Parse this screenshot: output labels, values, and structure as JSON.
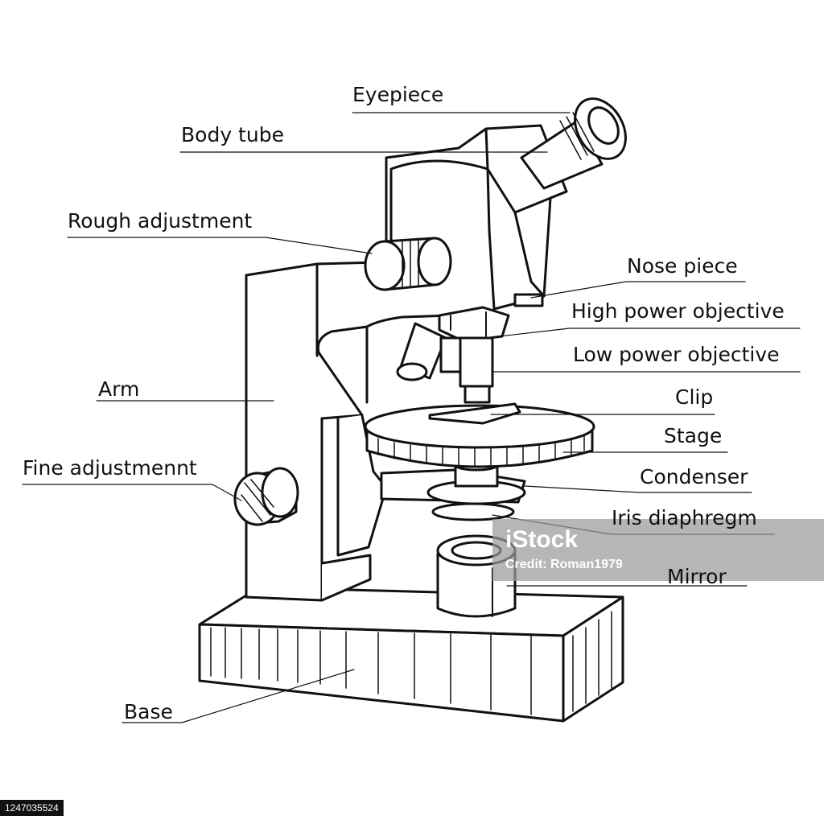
{
  "labels": {
    "eyepiece": "Eyepiece",
    "body_tube": "Body tube",
    "rough_adjustment": "Rough adjustment",
    "arm": "Arm",
    "fine_adjustment": "Fine adjustmennt",
    "base": "Base",
    "nose_piece": "Nose piece",
    "high_power_objective": "High power objective",
    "low_power_objective": "Low power objective",
    "clip": "Clip",
    "stage": "Stage",
    "condenser": "Condenser",
    "iris_diaphragm": "Iris diaphregm",
    "mirror": "Mirror"
  },
  "watermark": {
    "brand": "iStock",
    "credit": "Credit: Roman1979"
  },
  "stock_id": "1247035524",
  "colors": {
    "ink": "#111111",
    "paper": "#ffffff",
    "watermark_bg": "#9a9a9a"
  }
}
